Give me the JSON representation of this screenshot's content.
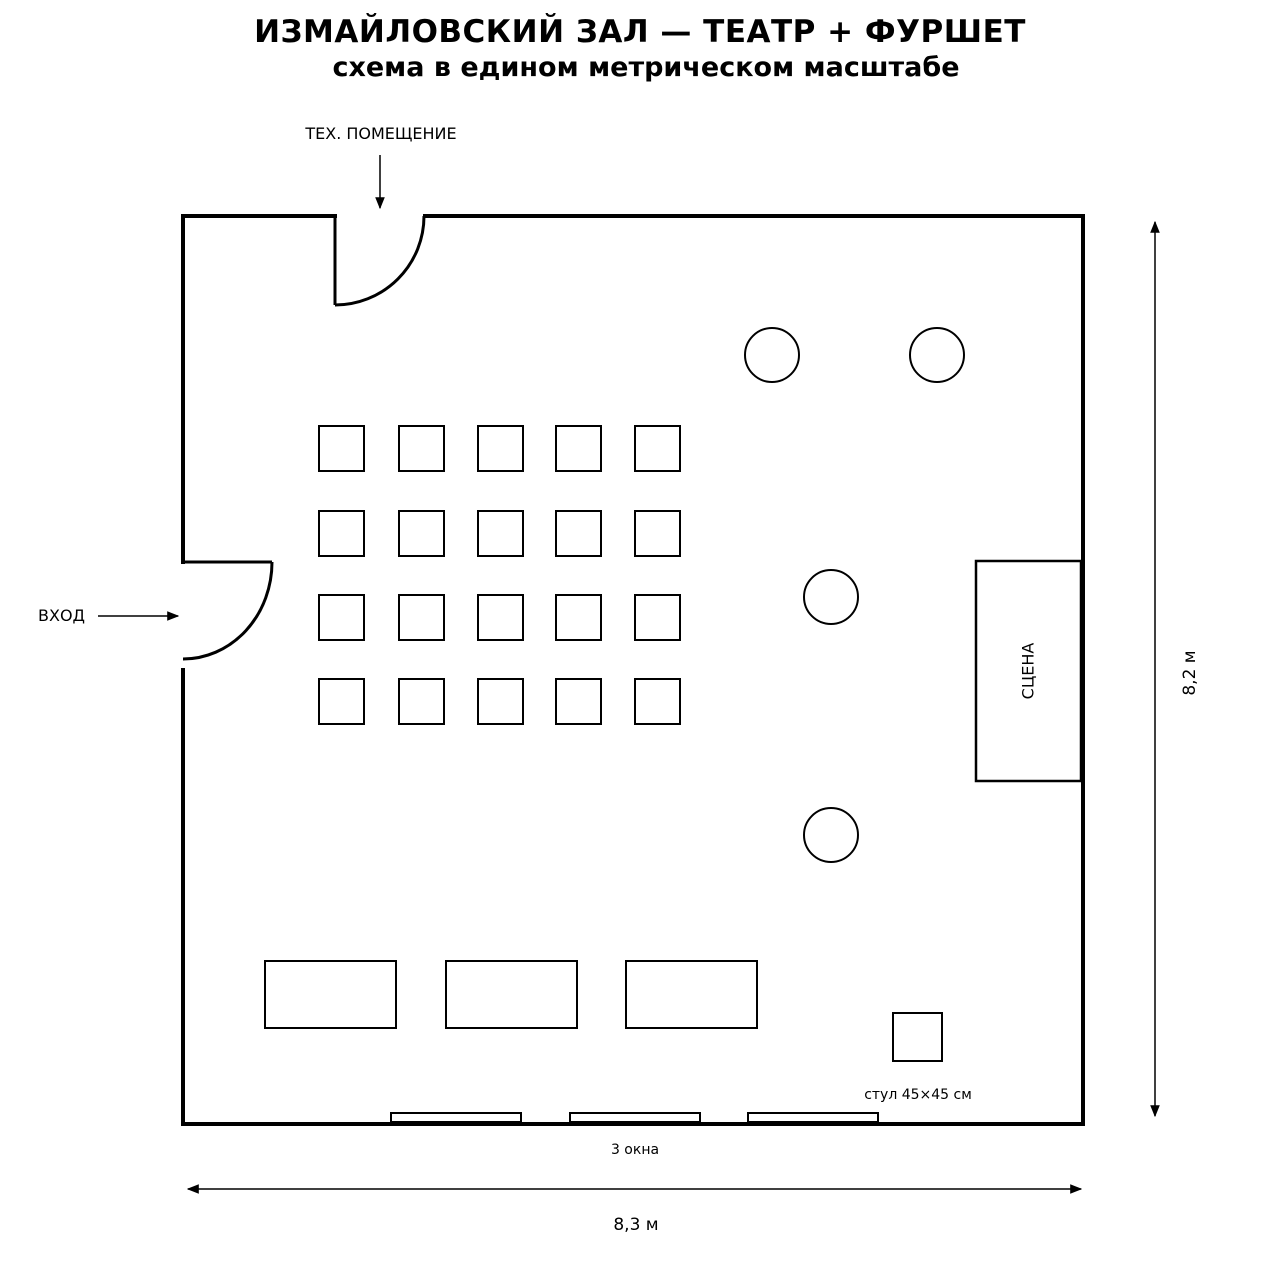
{
  "title": "ИЗМАЙЛОВСКИЙ ЗАЛ — ТЕАТР + ФУРШЕТ",
  "subtitle": "схема в едином метрическом масштабе",
  "labels": {
    "tech_room": "ТЕХ. ПОМЕЩЕНИЕ",
    "entrance": "ВХОД",
    "stage": "СЦЕНА",
    "chair_note": "стул 45×45 см",
    "windows": "3 окна",
    "width": "8,3 м",
    "height": "8,2 м"
  },
  "room": {
    "width_m": 8.3,
    "height_m": 8.2
  },
  "chairs": {
    "rows": 4,
    "cols": 5,
    "size_cm": 45
  },
  "round_tables": 4,
  "buffet_tables": 3,
  "windows_count": 3
}
